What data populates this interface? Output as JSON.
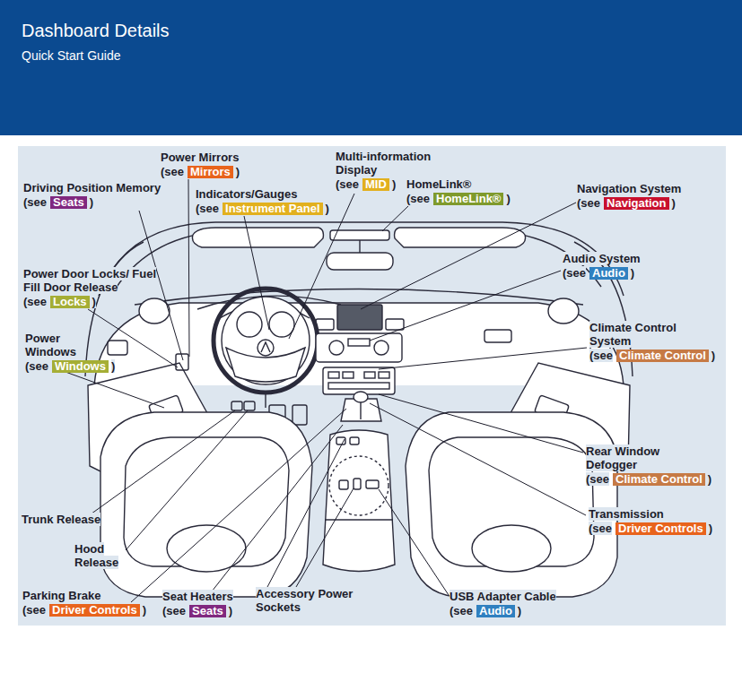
{
  "diagram": {
    "title": "Dashboard Details",
    "nodes": [
      {
        "text": [
          "Mirrors"
        ]
      },
      {
        "text": [
          "MID"
        ]
      },
      {
        "text": [
          "Seats"
        ]
      },
      {
        "text": [
          "Instrument Panel"
        ]
      },
      {
        "text": [
          "HomeLink®"
        ]
      },
      {
        "text": [
          "Navigation"
        ]
      },
      {
        "text": [
          "Audio"
        ]
      },
      {
        "text": [
          "Locks"
        ]
      },
      {
        "text": [
          "Windows"
        ]
      },
      {
        "text": [
          "Climate Control"
        ]
      },
      {
        "text": [
          "Climate Control"
        ]
      },
      {
        "text": [
          "Driver Controls"
        ]
      },
      {
        "text": [
          "Driver Controls"
        ]
      },
      {
        "text": [
          "Seats"
        ]
      },
      {
        "text": [
          "Audio"
        ]
      }
    ],
    "labels": [
      "Quick Start Guide",
      "Power Mirrors",
      "(see",
      ")",
      "Multi-information Display",
      "(see",
      ")",
      "Driving Position Memory",
      "(see",
      ")",
      "Indicators/Gauges",
      "(see",
      ")",
      "HomeLink®",
      "(see",
      ")",
      "Navigation System",
      "(see",
      ")",
      "Audio System",
      "(see",
      ")",
      "Power Door Locks/ Fuel Fill Door Release",
      "(see",
      ")",
      "Power Windows",
      "(see",
      ")",
      "Climate Control System",
      "(see",
      ")",
      "Rear Window Defogger",
      "(see",
      ")",
      "Transmission",
      "(see",
      ")",
      "Trunk Release",
      "Hood Release",
      "Parking Brake",
      "(see",
      ")",
      "Seat Heaters",
      "(see",
      ")",
      "Accessory Power Sockets",
      "USB Adapter Cable",
      "(see",
      ")"
    ]
  }
}
